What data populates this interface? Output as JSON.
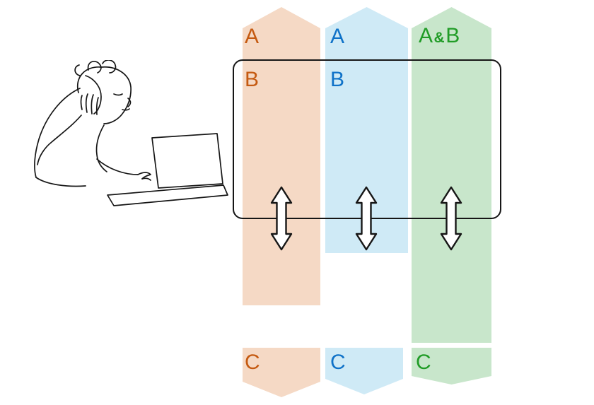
{
  "colors": {
    "orange_fill": "#F5D9C5",
    "orange_text": "#C55A11",
    "blue_fill": "#CFEAF6",
    "blue_text": "#0F72C8",
    "green_fill": "#C8E6CB",
    "green_text": "#219C27",
    "line": "#161616"
  },
  "columns": [
    {
      "top_label": "A",
      "box_label": "B",
      "bottom_label": "C"
    },
    {
      "top_label": "A",
      "box_label": "B",
      "bottom_label": "C"
    },
    {
      "top_label_a": "A",
      "top_label_amp": "&",
      "top_label_b": "B",
      "bottom_label": "C"
    }
  ]
}
